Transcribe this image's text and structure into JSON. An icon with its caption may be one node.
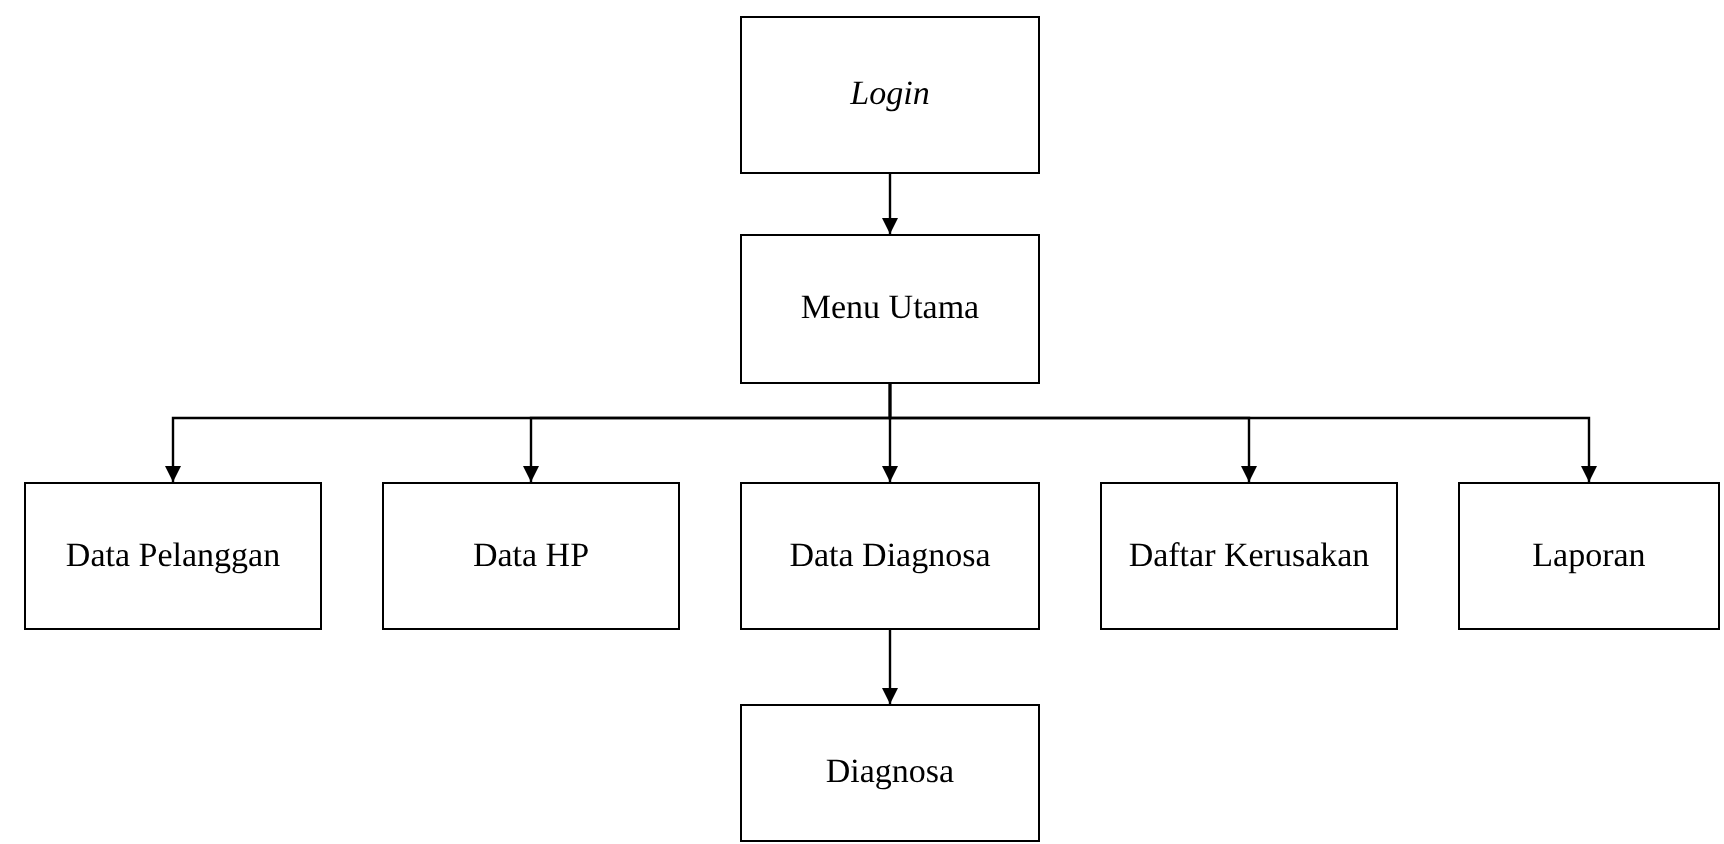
{
  "diagram": {
    "nodes": [
      {
        "text": [
          "Login"
        ]
      },
      {
        "text": [
          "Menu Utama"
        ]
      },
      {
        "text": [
          "Data Pelanggan"
        ]
      },
      {
        "text": [
          "Data HP"
        ]
      },
      {
        "text": [
          "Data Diagnosa"
        ]
      },
      {
        "text": [
          "Daftar Kerusakan"
        ]
      },
      {
        "text": [
          "Laporan"
        ]
      },
      {
        "text": [
          "Diagnosa"
        ]
      }
    ],
    "edges": [
      {
        "from": 0,
        "to": 1,
        "arrow": "to"
      },
      {
        "from": 1,
        "to": 2,
        "arrow": "to"
      },
      {
        "from": 1,
        "to": 3,
        "arrow": "to"
      },
      {
        "from": 1,
        "to": 4,
        "arrow": "to"
      },
      {
        "from": 1,
        "to": 5,
        "arrow": "to"
      },
      {
        "from": 1,
        "to": 6,
        "arrow": "to"
      },
      {
        "from": 4,
        "to": 7,
        "arrow": "to"
      }
    ]
  }
}
